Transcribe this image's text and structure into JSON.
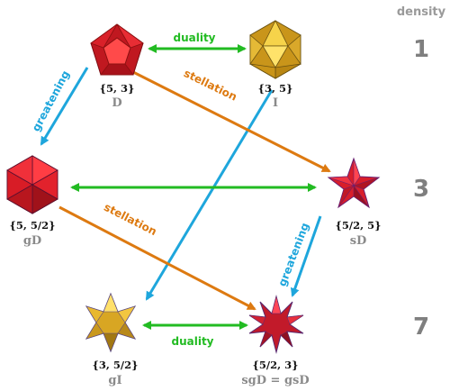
{
  "density": {
    "header": "density",
    "values": [
      "1",
      "3",
      "7"
    ]
  },
  "nodes": {
    "D": {
      "schlafli": "{5, 3}",
      "abbr": "D"
    },
    "I": {
      "schlafli": "{3, 5}",
      "abbr": "I"
    },
    "gD": {
      "schlafli": "{5, 5/2}",
      "abbr": "gD"
    },
    "sD": {
      "schlafli": "{5/2, 5}",
      "abbr": "sD"
    },
    "gI": {
      "schlafli": "{3, 5/2}",
      "abbr": "gI"
    },
    "sgD": {
      "schlafli": "{5/2, 3}",
      "abbr": "sgD = gsD"
    }
  },
  "edges": {
    "duality_top": "duality",
    "duality_bottom": "duality",
    "greatening_left": "greatening",
    "greatening_right": "greatening",
    "stellation_top": "stellation",
    "stellation_mid": "stellation"
  },
  "colors": {
    "duality": "#22bb22",
    "stellation": "#dd7a11",
    "greatening": "#1ea6dc",
    "red_face": "#e0242e",
    "gold_face": "#e0b020"
  }
}
